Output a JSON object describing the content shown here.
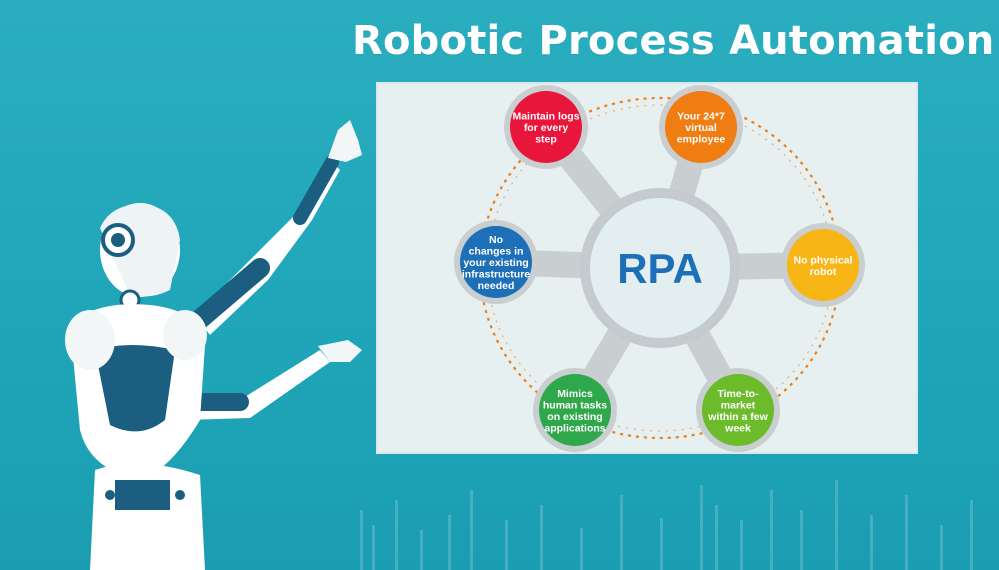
{
  "title": "Robotic Process Automation",
  "center_label": "RPA",
  "nodes": [
    {
      "lines": [
        "Maintain logs",
        "for every",
        "step"
      ],
      "color": "#e8163a"
    },
    {
      "lines": [
        "Your 24*7",
        "virtual",
        "employee"
      ],
      "color": "#f07d12"
    },
    {
      "lines": [
        "No physical",
        "robot"
      ],
      "color": "#f7b516"
    },
    {
      "lines": [
        "Time-to-",
        "market",
        "within a few",
        "week"
      ],
      "color": "#6cbb2a"
    },
    {
      "lines": [
        "Mimics",
        "human tasks",
        "on existing",
        "applications"
      ],
      "color": "#2ea84a"
    },
    {
      "lines": [
        "No",
        "changes in",
        "your existing",
        "infrastructure",
        "needed"
      ],
      "color": "#1d6fb8"
    }
  ],
  "colors": {
    "hub_text": "#1d6fb8",
    "dotted_ring": "#f07d12",
    "spoke": "#c9ced1"
  }
}
